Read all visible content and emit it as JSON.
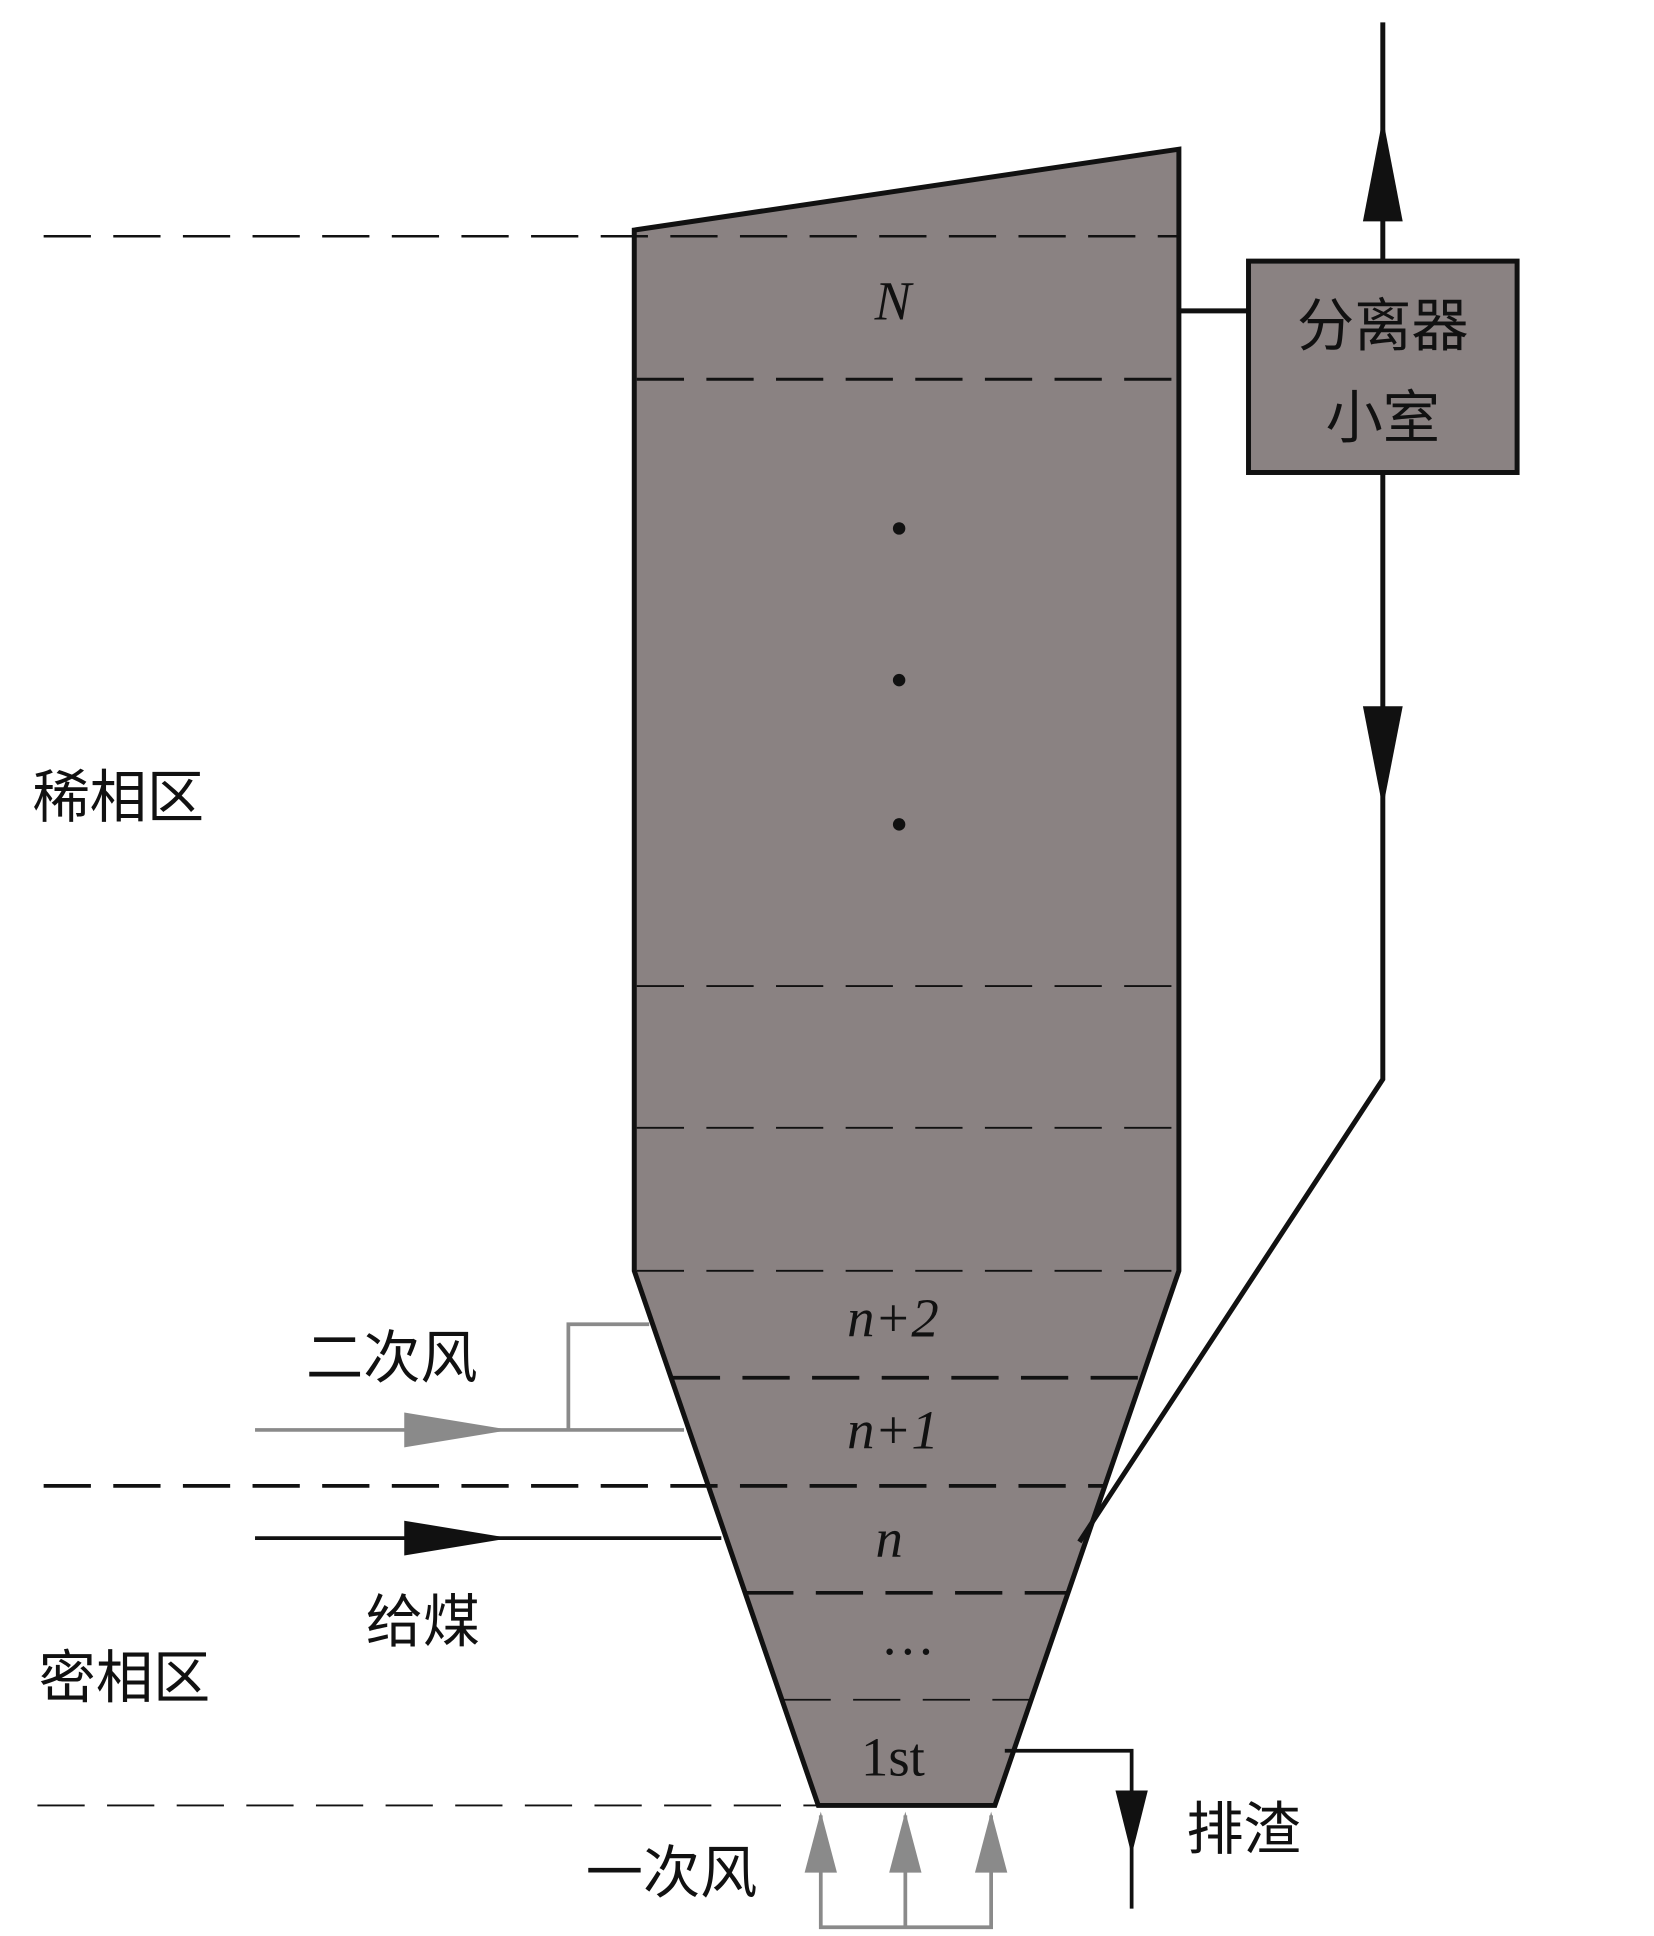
{
  "colors": {
    "body_fill": "#8a8282",
    "line": "#111111",
    "gray_line": "#8a8a8a"
  },
  "zones": {
    "dilute": "稀相区",
    "dense": "密相区"
  },
  "cells": {
    "top": "N",
    "n_plus_2": "n+2",
    "n_plus_1": "n+1",
    "n": "n",
    "ellipsis": "···",
    "first": "1st"
  },
  "separator": {
    "line1": "分离器",
    "line2": "小室"
  },
  "inputs": {
    "secondary_air": "二次风",
    "coal_feed": "给煤",
    "primary_air": "一次风"
  },
  "outputs": {
    "slag": "排渣"
  }
}
